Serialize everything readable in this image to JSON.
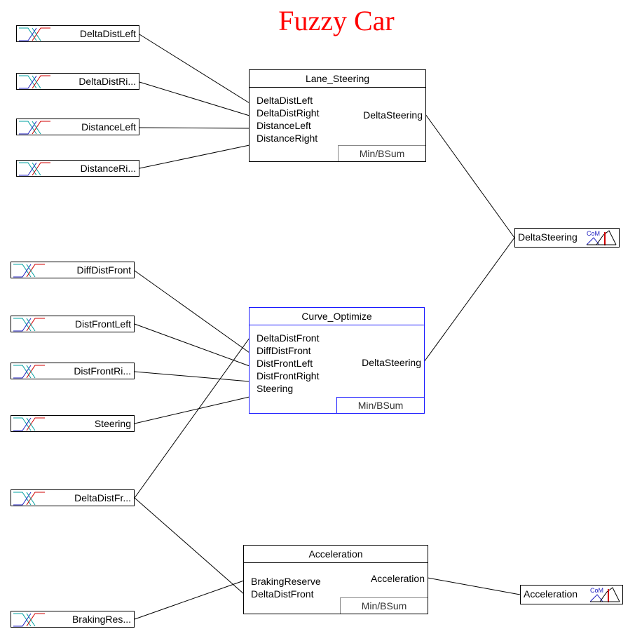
{
  "title": "Fuzzy Car",
  "inputs": [
    {
      "label": "DeltaDistLeft"
    },
    {
      "label": "DeltaDistRi..."
    },
    {
      "label": "DistanceLeft"
    },
    {
      "label": "DistanceRi..."
    },
    {
      "label": "DiffDistFront"
    },
    {
      "label": "DistFrontLeft"
    },
    {
      "label": "DistFrontRi..."
    },
    {
      "label": "Steering"
    },
    {
      "label": "DeltaDistFr..."
    },
    {
      "label": "BrakingRes..."
    }
  ],
  "rule_blocks": [
    {
      "name": "Lane_Steering",
      "inputs": [
        "DeltaDistLeft",
        "DeltaDistRight",
        "DistanceLeft",
        "DistanceRight"
      ],
      "output": "DeltaSteering",
      "method": "Min/BSum"
    },
    {
      "name": "Curve_Optimize",
      "inputs": [
        "DeltaDistFront",
        "DiffDistFront",
        "DistFrontLeft",
        "DistFrontRight",
        "Steering"
      ],
      "output": "DeltaSteering",
      "method": "Min/BSum"
    },
    {
      "name": "Acceleration",
      "inputs": [
        "BrakingReserve",
        "DeltaDistFront"
      ],
      "output": "Acceleration",
      "method": "Min/BSum"
    }
  ],
  "outputs": [
    {
      "label": "DeltaSteering",
      "icon_text": "CoM"
    },
    {
      "label": "Acceleration",
      "icon_text": "CoM"
    }
  ],
  "colors": {
    "title": "#ff0000",
    "selected_block_border": "#1a1aff",
    "mf_teal": "#00a0a0",
    "mf_blue": "#2020c0",
    "mf_red": "#d00000"
  },
  "icons": {
    "input": "membership-function-icon",
    "output": "defuzzification-icon"
  }
}
